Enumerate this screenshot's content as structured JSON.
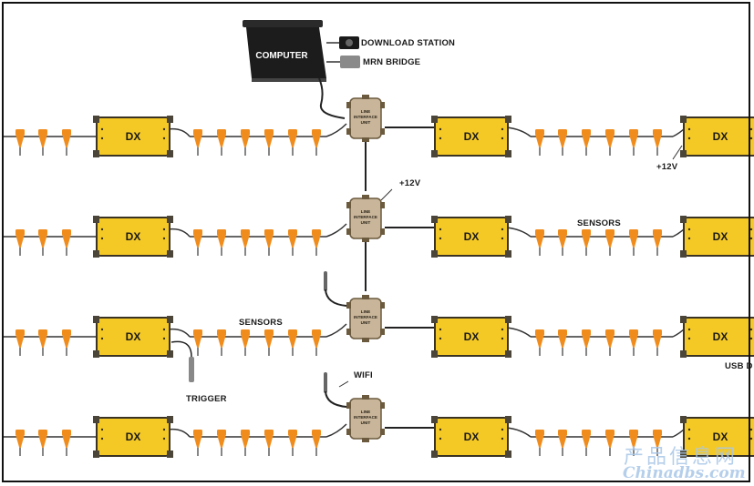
{
  "labels": {
    "computer": "COMPUTER",
    "download_station": "DOWNLOAD STATION",
    "mrn_bridge": "MRN BRIDGE",
    "plus_12v_right": "+12V",
    "plus_12v_middle": "+12V",
    "sensors_row2": "SENSORS",
    "sensors_row3": "SENSORS",
    "usb": "USB D",
    "trigger": "TRIGGER",
    "wifi": "WIFI"
  },
  "unit_label": "DX",
  "liu_text": [
    "LINE",
    "INTERFACE",
    "UNIT"
  ],
  "watermark": {
    "chinese": "产品信息网",
    "site": "Chinadbs.com"
  },
  "colors": {
    "sensor": "#f08c1c",
    "unit_fill": "#f5c925",
    "unit_border": "#3a3222",
    "liu_fill": "#c9b69a",
    "cable": "#333333"
  }
}
